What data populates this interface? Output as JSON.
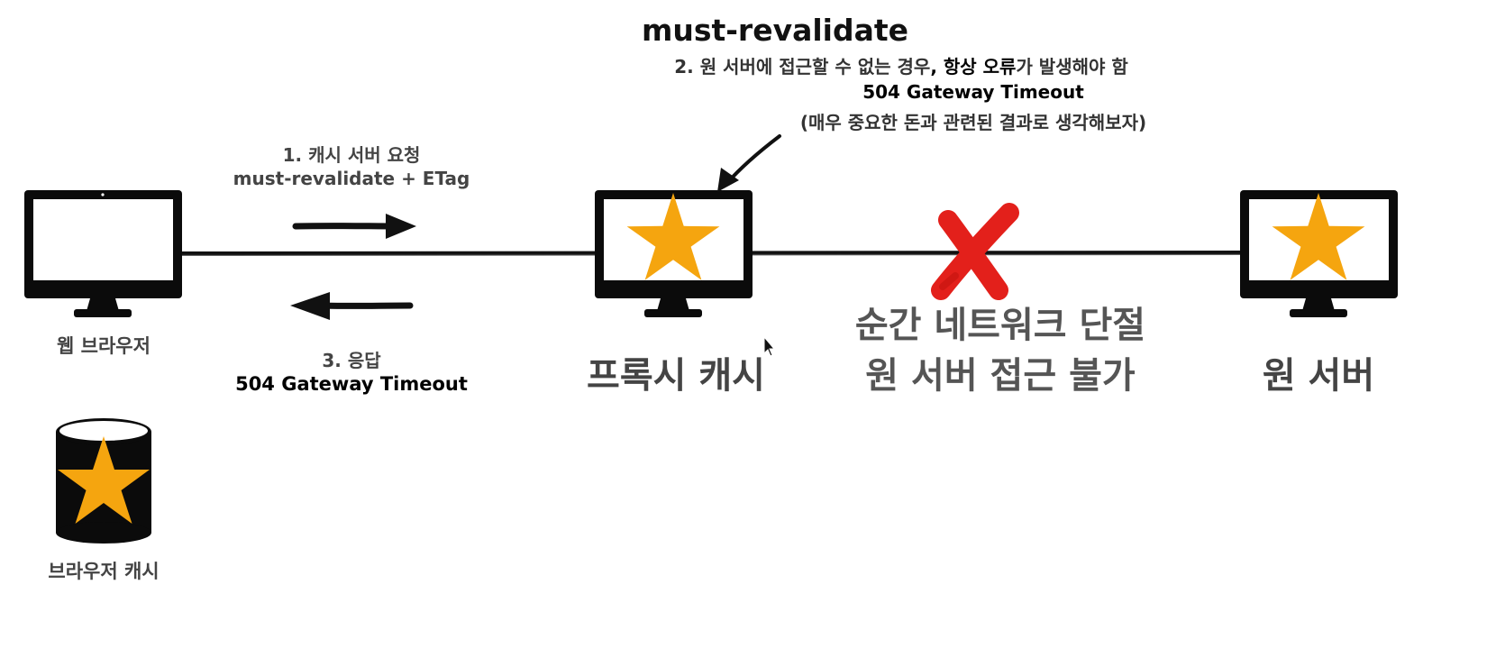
{
  "title": "must-revalidate",
  "note": {
    "line1_prefix": "2. 원 서버에 접근할 수 없는 경우",
    "line1_bold": ", 항상 오류",
    "line1_suffix": "가 발생해야 함",
    "line2": "504 Gateway Timeout",
    "line3": "(매우 중요한 돈과 관련된 결과로 생각해보자)"
  },
  "request": {
    "line1": "1. 캐시 서버 요청",
    "line2": "must-revalidate + ETag"
  },
  "response": {
    "line1": "3. 응답",
    "line2": "504 Gateway Timeout"
  },
  "nodes": {
    "browser": "웹 브라우저",
    "proxy": "프록시 캐시",
    "origin": "원 서버",
    "browser_cache": "브라우저 캐시"
  },
  "failure": {
    "line1": "순간 네트워크 단절",
    "line2": "원 서버 접근 불가"
  },
  "colors": {
    "star": "#F5A50F",
    "cross": "#E3201B",
    "monitor": "#0b0b0b"
  },
  "icons": [
    "monitor-icon",
    "star-icon",
    "database-icon",
    "cross-icon",
    "arrow-right-icon",
    "arrow-left-icon",
    "mouse-cursor-icon"
  ]
}
